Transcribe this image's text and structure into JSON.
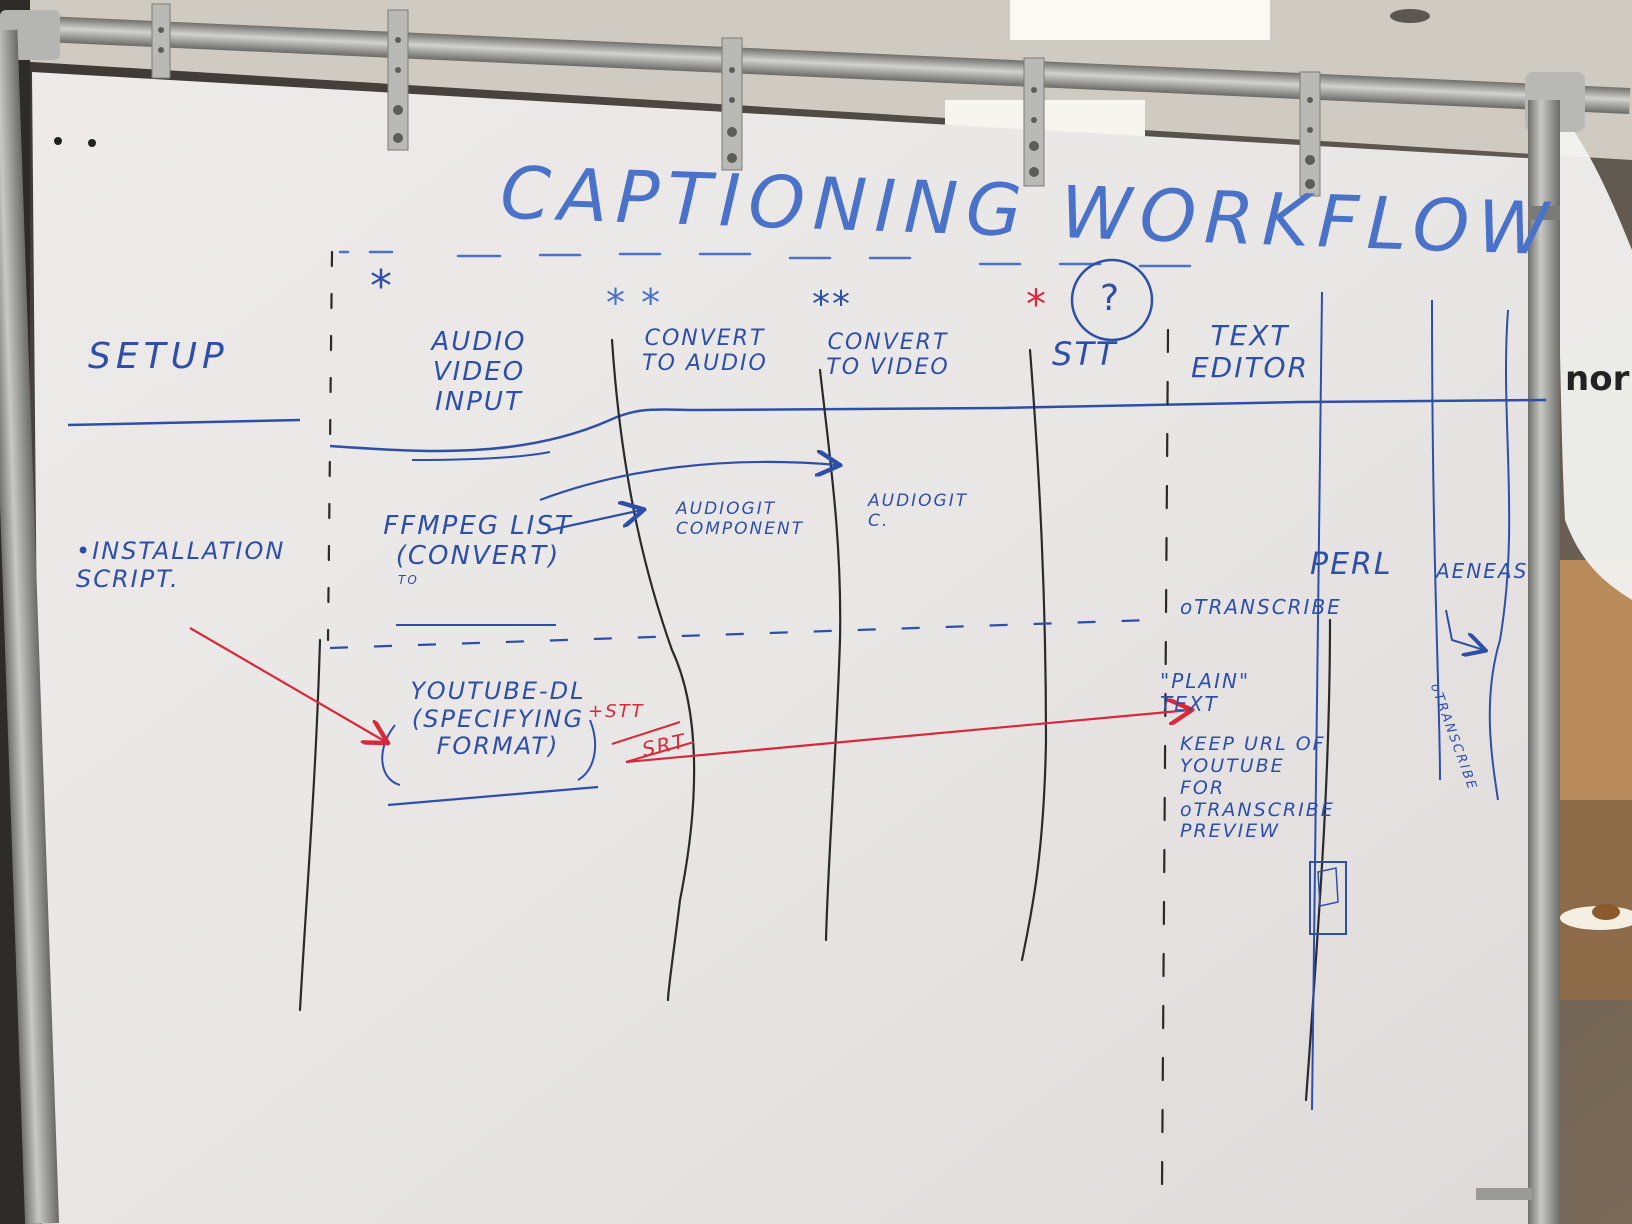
{
  "title": "CAPTIONING WORKFLOW",
  "columns": {
    "setup": "SETUP",
    "audio_video_input": "AUDIO VIDEO INPUT",
    "convert_to_audio": "CONVERT TO AUDIO",
    "convert_to_video": "CONVERT TO VIDEO",
    "stt": "STT",
    "text_editor": "TEXT EDITOR",
    "col_6": "",
    "col_7": "",
    "col_8": ""
  },
  "marks": {
    "col1": "*",
    "col2": "* *",
    "col3": "**",
    "col4": "*",
    "question": "?"
  },
  "notes": {
    "installation_script": "•INSTALLATION SCRIPT.",
    "ffmpeg": "FFMPEG LIST (CONVERT)",
    "ffmpeg_to": "TO",
    "audiogit_component": "AUDIOGIT COMPONENT",
    "audiogit_c": "AUDIOGIT C.",
    "otranscribe": "oTRANSCRIBE",
    "perl": "PERL",
    "aeneas": "AENEAS",
    "aeneas_otranscribe": "oTRANSCRIBE",
    "youtube_dl": "YOUTUBE-DL (SPECIFYING FORMAT)",
    "stt_plus": "+STT",
    "srt": "SRT",
    "plain_text": "\"PLAIN\" TEXT",
    "keep_url": "KEEP URL OF YOUTUBE FOR oTRANSCRIBE PREVIEW"
  },
  "colors": {
    "board": "#ebe7e4",
    "blue_marker": "#2e4fa8",
    "red_marker": "#d8283a",
    "black_marker": "#2a2a2a",
    "frame_pipe": "#9a9a96"
  }
}
